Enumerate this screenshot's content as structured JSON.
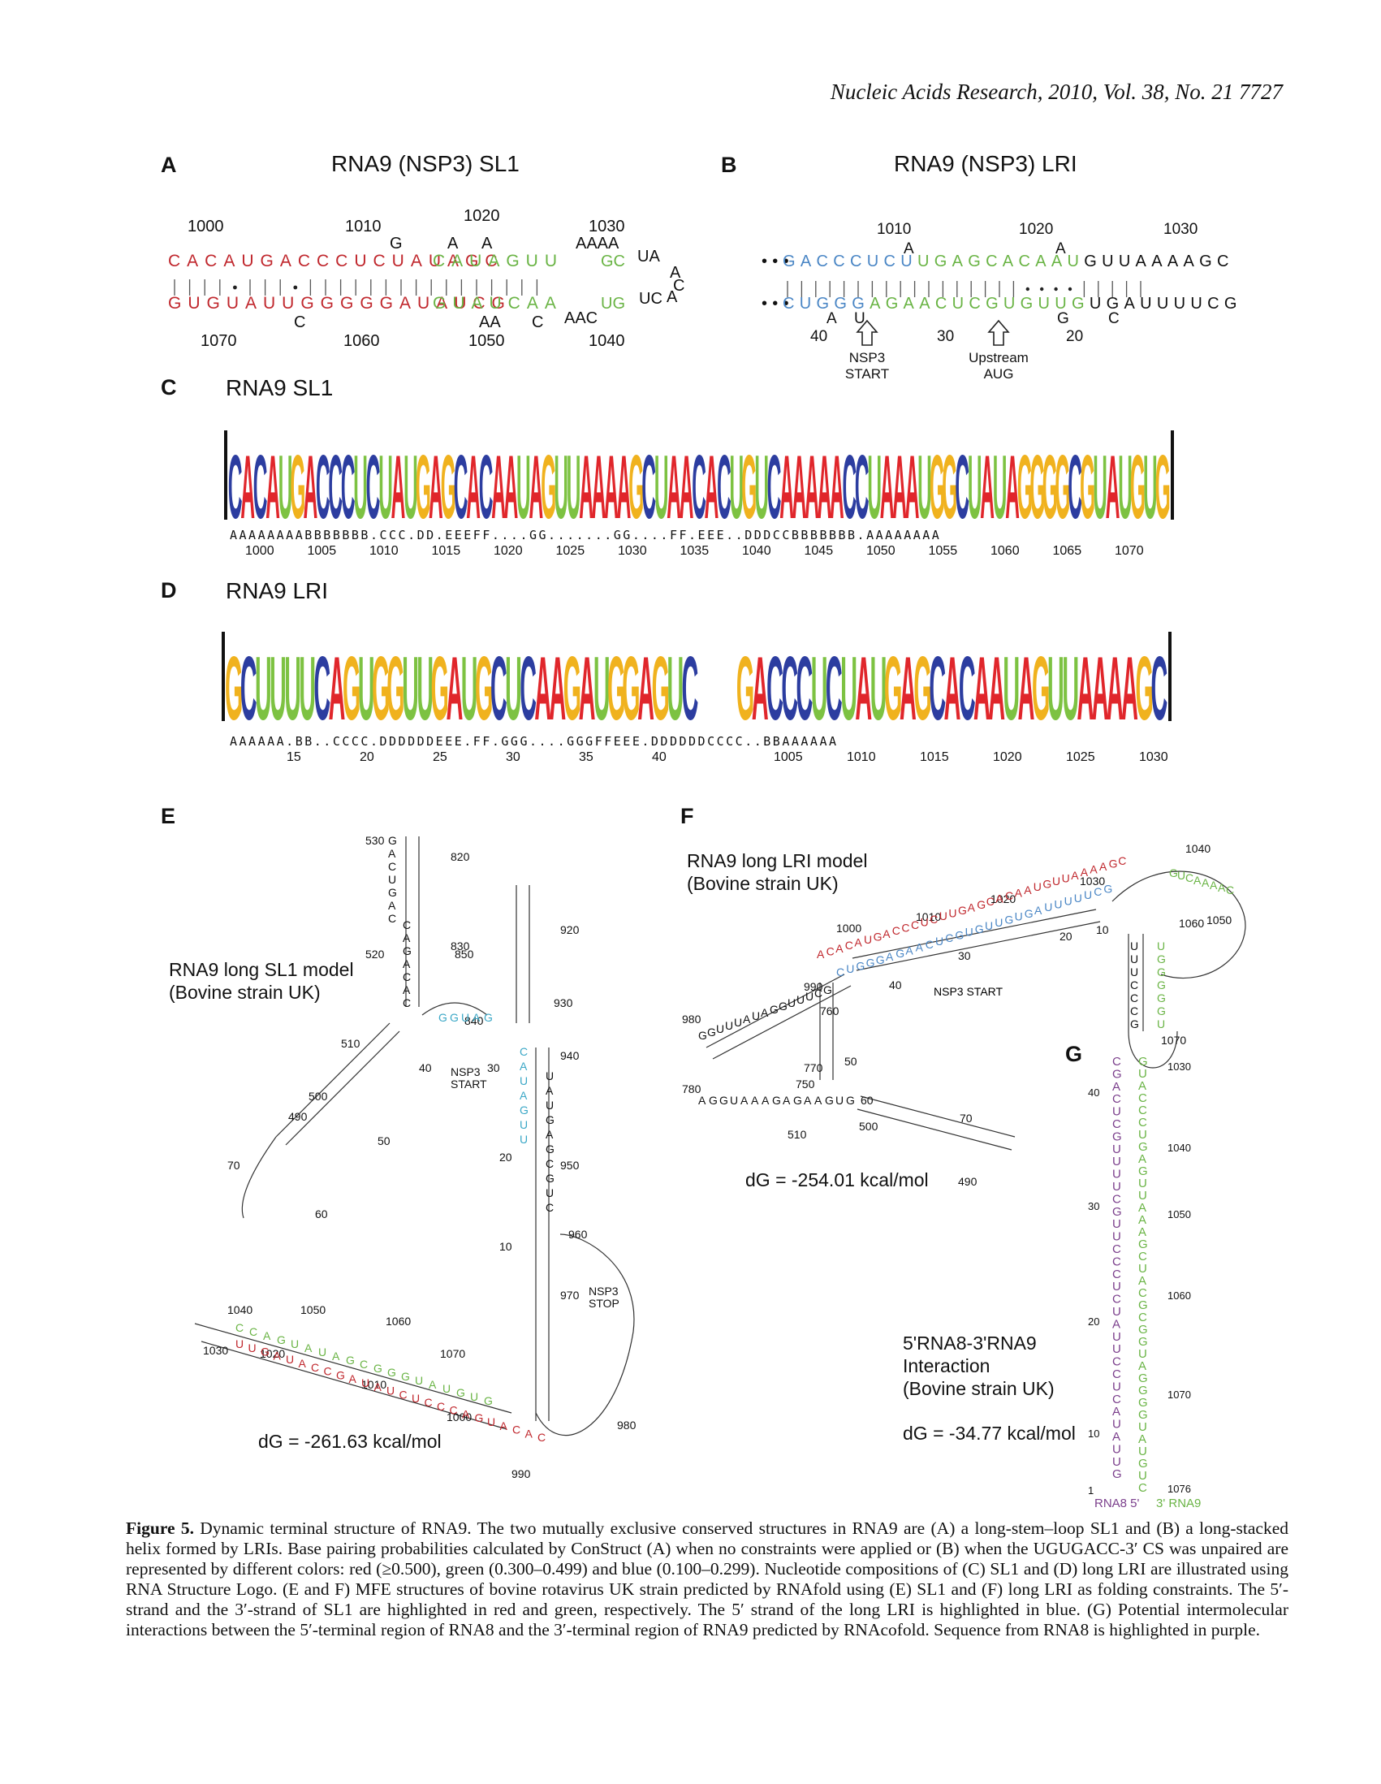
{
  "running_head": "Nucleic Acids Research, 2010, Vol. 38, No. 21   7727",
  "panels": {
    "A": {
      "label": "A",
      "title": "RNA9 (NSP3) SL1",
      "top_strand_5": "CACAUGACCCUCUAUAGC",
      "top_strand_3": "CAUAGUU",
      "top_loop": "AAAA",
      "top_end": "GCUA",
      "bottom_strand_5": "GUGUAUUGGGGGAUAUCG",
      "bottom_strand_3": "GUAUCAA",
      "bottom_end": "UGUC",
      "bulge_top": [
        "G",
        "A",
        "A"
      ],
      "bulge_bottom": [
        "C",
        "AA",
        "C",
        "AAC"
      ],
      "loop_right": [
        "A",
        "C",
        "A"
      ],
      "numbers_top": [
        "1000",
        "1010",
        "1020",
        "1030"
      ],
      "numbers_bottom": [
        "1070",
        "1060",
        "1050",
        "1040"
      ]
    },
    "B": {
      "label": "B",
      "title": "RNA9 (NSP3) LRI",
      "top_strand_blue": "GACCCUCU",
      "top_strand_green": "UGAGCACAAU",
      "top_strand_black": "GUUAAAAGC",
      "bottom_strand_blue": "CUGGG",
      "bottom_strand_green": "AGAACUCGUGUUG",
      "bottom_strand_black": "UGAUUUUCG",
      "bulges_top": [
        "A",
        "A"
      ],
      "bulges_bottom": [
        "A",
        "U",
        "G",
        "C"
      ],
      "numbers_top": [
        "1010",
        "1020",
        "1030"
      ],
      "numbers_bottom": [
        "40",
        "30",
        "20"
      ],
      "arrow1": "NSP3\nSTART",
      "arrow2": "Upstream\nAUG",
      "ellipsis": "•••"
    },
    "C": {
      "label": "C",
      "title": "RNA9 SL1",
      "logo_sequence": "CACAUGACCCUCUAUGAGCACAAUAGUUAAAAGCUAACACUGUCAAAAACCUAAAUGGCUAUAGGGGCGUAUGUG",
      "structure": "AAAAAAAABBBBBBB.CCC.DD.EEEFF....GG.......GG....FF.EEE..DDDCCBBBBBBB.AAAAAAAA",
      "ticks": [
        "1000",
        "1005",
        "1010",
        "1015",
        "1020",
        "1025",
        "1030",
        "1035",
        "1040",
        "1045",
        "1050",
        "1055",
        "1060",
        "1065",
        "1070"
      ]
    },
    "D": {
      "label": "D",
      "title": "RNA9 LRI",
      "logo_left": "GCUUUUCAGUGGUUGAUGCUCAAGAUGGAGUC",
      "logo_right": "GACCCUCUAUGAGCACAAUAGUUAAAAGC",
      "structure": "AAAAAA.BB..CCCC.DDDDDDEEE.FF.GGG....GGGFFEEE.DDDDDDCCCC..BBAAAAAA",
      "ticks_left": [
        "15",
        "20",
        "25",
        "30",
        "35",
        "40"
      ],
      "ticks_right": [
        "1005",
        "1010",
        "1015",
        "1020",
        "1025",
        "1030"
      ]
    },
    "E": {
      "label": "E",
      "note": "RNA9 long SL1 model\n(Bovine strain UK)",
      "dg": "dG = -261.63 kcal/mol",
      "nsp3_start": "NSP3\nSTART",
      "nsp3_stop": "NSP3\nSTOP",
      "numbers": [
        "530",
        "520",
        "510",
        "500",
        "490",
        "70",
        "60",
        "50",
        "40",
        "820",
        "830",
        "840",
        "850",
        "920",
        "930",
        "940",
        "950",
        "960",
        "970",
        "980",
        "990",
        "1000",
        "1010",
        "1020",
        "1030",
        "1040",
        "1050",
        "1060",
        "1070",
        "30",
        "20",
        "10"
      ]
    },
    "F": {
      "label": "F",
      "note": "RNA9 long LRI model\n(Bovine strain UK)",
      "dg": "dG = -254.01 kcal/mol",
      "nsp3_start": "NSP3 START",
      "numbers": [
        "1000",
        "1010",
        "1020",
        "1030",
        "1040",
        "1050",
        "1060",
        "1070",
        "980",
        "990",
        "780",
        "770",
        "760",
        "750",
        "510",
        "500",
        "490",
        "70",
        "60",
        "50",
        "40",
        "30",
        "20",
        "10"
      ]
    },
    "G": {
      "label": "G",
      "note": "5'RNA8-3'RNA9\nInteraction\n(Bovine strain UK)",
      "dg": "dG = -34.77 kcal/mol",
      "left_strand": "CGACUCGUUUUCGUUCCCUCUAUUCCUCAUAUUG",
      "right_strand": "GUACCCUGAGUUAAAGCUACGCGGUAGGGGUAUGUC",
      "numbers_left": [
        "40",
        "30",
        "20",
        "10",
        "1"
      ],
      "numbers_right": [
        "1030",
        "1040",
        "1050",
        "1060",
        "1070",
        "1076"
      ],
      "foot_left": "RNA8 5'",
      "foot_right": "3' RNA9"
    }
  },
  "caption": {
    "lead": "Figure 5.",
    "text": "Dynamic terminal structure of RNA9. The two mutually exclusive conserved structures in RNA9 are (A) a long-stem–loop SL1 and (B) a long-stacked helix formed by LRIs. Base pairing probabilities calculated by ConStruct (A) when no constraints were applied or (B) when the UGUGACC-3′ CS was unpaired are represented by different colors: red (≥0.500), green (0.300–0.499) and blue (0.100–0.299). Nucleotide compositions of (C) SL1 and (D) long LRI are illustrated using RNA Structure Logo. (E and F) MFE structures of bovine rotavirus UK strain predicted by RNAfold using (E) SL1 and (F) long LRI as folding constraints. The 5′-strand and the 3′-strand of SL1 are highlighted in red and green, respectively. The 5′ strand of the long LRI is highlighted in blue. (G) Potential intermolecular interactions between the 5′-terminal region of RNA8 and the 3′-terminal region of RNA9 predicted by RNAcofold. Sequence from RNA8 is highlighted in purple."
  },
  "colors": {
    "red": "#c0272d",
    "green": "#6ab445",
    "blue": "#4a86c5",
    "purple": "#7b3f8c",
    "cyan": "#3aa7c6",
    "logo_A": "#e0262b",
    "logo_C": "#2c3da0",
    "logo_G": "#f0b21e",
    "logo_U": "#7dc242"
  }
}
